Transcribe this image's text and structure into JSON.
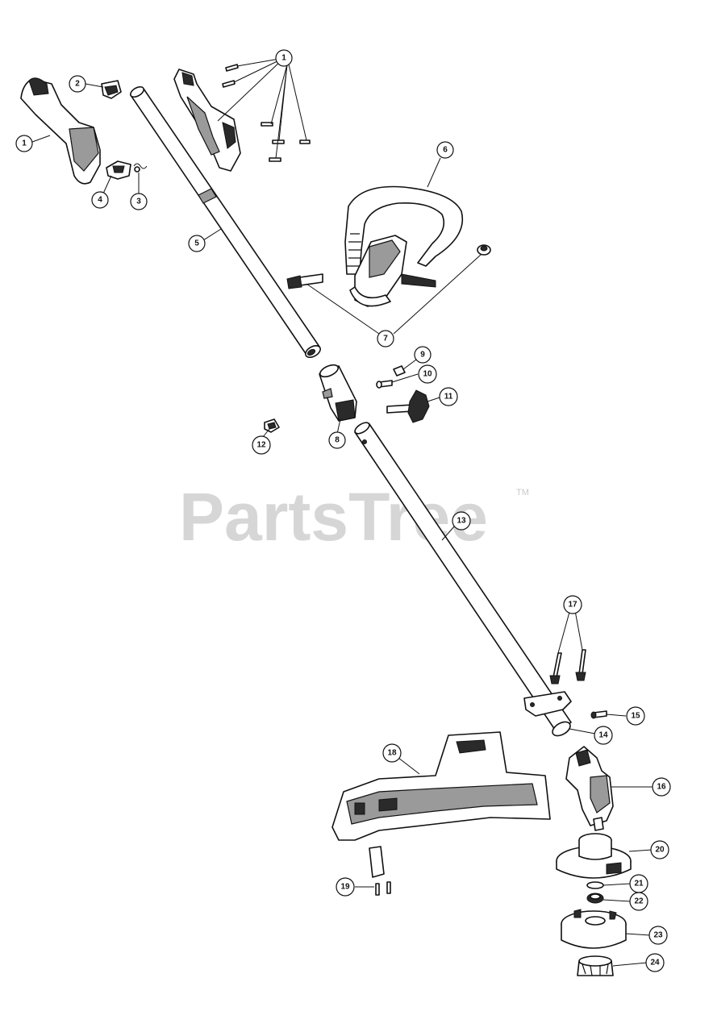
{
  "watermark": {
    "text": "PartsTree",
    "trademark": "TM"
  },
  "callouts": [
    {
      "id": "c1a",
      "label": "1"
    },
    {
      "id": "c1b",
      "label": "1"
    },
    {
      "id": "c2",
      "label": "2"
    },
    {
      "id": "c3",
      "label": "3"
    },
    {
      "id": "c4",
      "label": "4"
    },
    {
      "id": "c5",
      "label": "5"
    },
    {
      "id": "c6",
      "label": "6"
    },
    {
      "id": "c7",
      "label": "7"
    },
    {
      "id": "c8",
      "label": "8"
    },
    {
      "id": "c9",
      "label": "9"
    },
    {
      "id": "c10",
      "label": "10"
    },
    {
      "id": "c11",
      "label": "11"
    },
    {
      "id": "c12",
      "label": "12"
    },
    {
      "id": "c13",
      "label": "13"
    },
    {
      "id": "c14",
      "label": "14"
    },
    {
      "id": "c15",
      "label": "15"
    },
    {
      "id": "c16",
      "label": "16"
    },
    {
      "id": "c17",
      "label": "17"
    },
    {
      "id": "c18",
      "label": "18"
    },
    {
      "id": "c19",
      "label": "19"
    },
    {
      "id": "c20",
      "label": "20"
    },
    {
      "id": "c21",
      "label": "21"
    },
    {
      "id": "c22",
      "label": "22"
    },
    {
      "id": "c23",
      "label": "23"
    },
    {
      "id": "c24",
      "label": "24"
    }
  ]
}
